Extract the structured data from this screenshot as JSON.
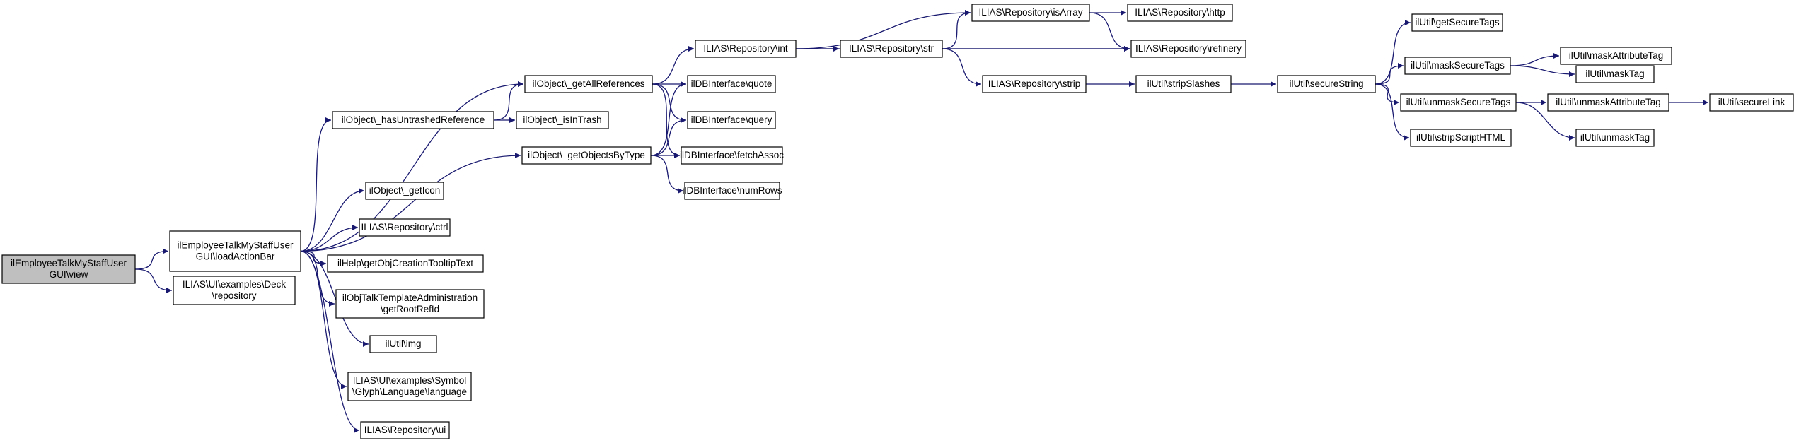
{
  "diagram": {
    "colors": {
      "edge": "#191970",
      "node_border": "#000000",
      "root_fill": "#bfbfbf",
      "node_fill": "#ffffff"
    },
    "nodes": [
      {
        "id": "n0",
        "lines": [
          "ilEmployeeTalkMyStaffUser",
          "GUI\\view"
        ],
        "root": true
      },
      {
        "id": "n1",
        "lines": [
          "ilEmployeeTalkMyStaffUser",
          "GUI\\loadActionBar"
        ]
      },
      {
        "id": "n2",
        "lines": [
          "ILIAS\\UI\\examples\\Deck",
          "\\repository"
        ]
      },
      {
        "id": "n3",
        "lines": [
          "ilObject\\_getAllReferences"
        ]
      },
      {
        "id": "n4",
        "lines": [
          "ilObject\\_hasUntrashedReference"
        ]
      },
      {
        "id": "n5",
        "lines": [
          "ilObject\\_getObjectsByType"
        ]
      },
      {
        "id": "n6",
        "lines": [
          "ilObject\\_getIcon"
        ]
      },
      {
        "id": "n7",
        "lines": [
          "ILIAS\\Repository\\ctrl"
        ]
      },
      {
        "id": "n8",
        "lines": [
          "ilHelp\\getObjCreationTooltipText"
        ]
      },
      {
        "id": "n9",
        "lines": [
          "ilObjTalkTemplateAdministration",
          "\\getRootRefId"
        ]
      },
      {
        "id": "n10",
        "lines": [
          "ilUtil\\img"
        ]
      },
      {
        "id": "n11",
        "lines": [
          "ILIAS\\UI\\examples\\Symbol",
          "\\Glyph\\Language\\language"
        ]
      },
      {
        "id": "n12",
        "lines": [
          "ILIAS\\Repository\\ui"
        ]
      },
      {
        "id": "n13",
        "lines": [
          "ILIAS\\Repository\\int"
        ]
      },
      {
        "id": "n14",
        "lines": [
          "ilDBInterface\\quote"
        ]
      },
      {
        "id": "n15",
        "lines": [
          "ilDBInterface\\query"
        ]
      },
      {
        "id": "n16",
        "lines": [
          "ilDBInterface\\fetchAssoc"
        ]
      },
      {
        "id": "n17",
        "lines": [
          "ilObject\\_isInTrash"
        ]
      },
      {
        "id": "n18",
        "lines": [
          "ilDBInterface\\numRows"
        ]
      },
      {
        "id": "n19",
        "lines": [
          "ILIAS\\Repository\\isArray"
        ]
      },
      {
        "id": "n20",
        "lines": [
          "ILIAS\\Repository\\str"
        ]
      },
      {
        "id": "n21",
        "lines": [
          "ILIAS\\Repository\\refinery"
        ]
      },
      {
        "id": "n22",
        "lines": [
          "ILIAS\\Repository\\http"
        ]
      },
      {
        "id": "n23",
        "lines": [
          "ILIAS\\Repository\\strip"
        ]
      },
      {
        "id": "n24",
        "lines": [
          "ilUtil\\stripSlashes"
        ]
      },
      {
        "id": "n25",
        "lines": [
          "ilUtil\\secureString"
        ]
      },
      {
        "id": "n26",
        "lines": [
          "ilUtil\\getSecureTags"
        ]
      },
      {
        "id": "n27",
        "lines": [
          "ilUtil\\maskSecureTags"
        ]
      },
      {
        "id": "n28",
        "lines": [
          "ilUtil\\unmaskSecureTags"
        ]
      },
      {
        "id": "n29",
        "lines": [
          "ilUtil\\stripScriptHTML"
        ]
      },
      {
        "id": "n30",
        "lines": [
          "ilUtil\\maskAttributeTag"
        ]
      },
      {
        "id": "n31",
        "lines": [
          "ilUtil\\maskTag"
        ]
      },
      {
        "id": "n32",
        "lines": [
          "ilUtil\\unmaskAttributeTag"
        ]
      },
      {
        "id": "n33",
        "lines": [
          "ilUtil\\unmaskTag"
        ]
      },
      {
        "id": "n34",
        "lines": [
          "ilUtil\\secureLink"
        ]
      }
    ],
    "edges": [
      [
        "n0",
        "n1"
      ],
      [
        "n0",
        "n2"
      ],
      [
        "n1",
        "n3"
      ],
      [
        "n1",
        "n4"
      ],
      [
        "n1",
        "n5"
      ],
      [
        "n1",
        "n6"
      ],
      [
        "n1",
        "n7"
      ],
      [
        "n1",
        "n8"
      ],
      [
        "n1",
        "n9"
      ],
      [
        "n1",
        "n10"
      ],
      [
        "n1",
        "n11"
      ],
      [
        "n1",
        "n12"
      ],
      [
        "n3",
        "n13"
      ],
      [
        "n3",
        "n14"
      ],
      [
        "n3",
        "n15"
      ],
      [
        "n3",
        "n16"
      ],
      [
        "n4",
        "n3"
      ],
      [
        "n4",
        "n17"
      ],
      [
        "n5",
        "n14"
      ],
      [
        "n5",
        "n15"
      ],
      [
        "n5",
        "n16"
      ],
      [
        "n5",
        "n18"
      ],
      [
        "n13",
        "n19"
      ],
      [
        "n13",
        "n20"
      ],
      [
        "n13",
        "n21"
      ],
      [
        "n19",
        "n22"
      ],
      [
        "n19",
        "n21"
      ],
      [
        "n20",
        "n19"
      ],
      [
        "n20",
        "n21"
      ],
      [
        "n20",
        "n23"
      ],
      [
        "n23",
        "n24"
      ],
      [
        "n24",
        "n25"
      ],
      [
        "n25",
        "n26"
      ],
      [
        "n25",
        "n27"
      ],
      [
        "n25",
        "n28"
      ],
      [
        "n25",
        "n29"
      ],
      [
        "n27",
        "n30"
      ],
      [
        "n27",
        "n31"
      ],
      [
        "n28",
        "n32"
      ],
      [
        "n28",
        "n33"
      ],
      [
        "n32",
        "n34"
      ]
    ]
  }
}
